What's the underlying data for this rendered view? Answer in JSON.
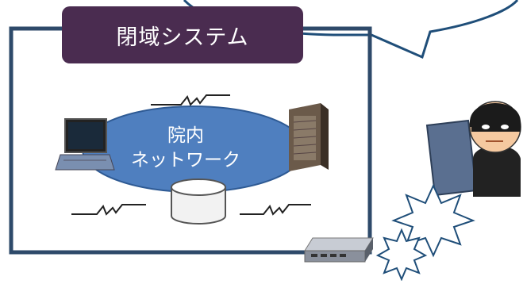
{
  "diagram": {
    "title": "閉域システム",
    "network_label_line1": "院内",
    "network_label_line2": "ネットワーク"
  },
  "colors": {
    "border": "#2e4a6a",
    "title_bg": "#4a2c50",
    "network_fill": "#4f7fbf",
    "network_stroke": "#2e5a94",
    "callout_stroke": "#1f4e79"
  },
  "icons": [
    "laptop-icon",
    "server-tower-icon",
    "database-icon",
    "router-icon",
    "hacker-icon",
    "wireless-signal-icon",
    "burst-icon",
    "speech-callout"
  ]
}
